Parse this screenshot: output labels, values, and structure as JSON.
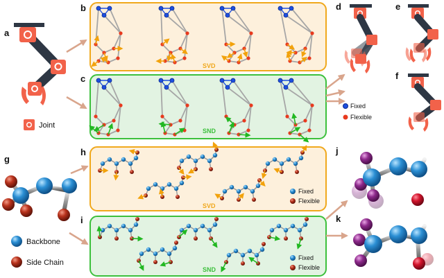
{
  "panel_labels": {
    "a": "a",
    "b": "b",
    "c": "c",
    "d": "d",
    "e": "e",
    "f": "f",
    "g": "g",
    "h": "h",
    "i": "i",
    "j": "j",
    "k": "k"
  },
  "robot_box_labels": {
    "svd": "SVD",
    "snd": "SND"
  },
  "molecule_box_labels": {
    "svd": "SVD",
    "snd": "SND"
  },
  "robot_legend": {
    "joint": "Joint",
    "fixed": "Fixed",
    "flexible": "Flexible"
  },
  "molecule_legend": {
    "backbone": "Backbone",
    "side_chain": "Side Chain",
    "fixed": "Fixed",
    "flexible": "Flexible"
  },
  "colors": {
    "svd_border": "#f0a81c",
    "svd_fill": "#fdf0dc",
    "snd_border": "#3cc03c",
    "snd_fill": "#e2f3e2",
    "robot_arm": "#2e3744",
    "robot_joint": "#f2624a",
    "backbone_atom": "#2b8fd4",
    "side_chain_atom": "#b8321c",
    "arrow_orange": "#f2a20c",
    "arrow_green": "#22b822",
    "purple_atom": "#8e2a8c",
    "pointer_arrow": "#d9a58c"
  }
}
